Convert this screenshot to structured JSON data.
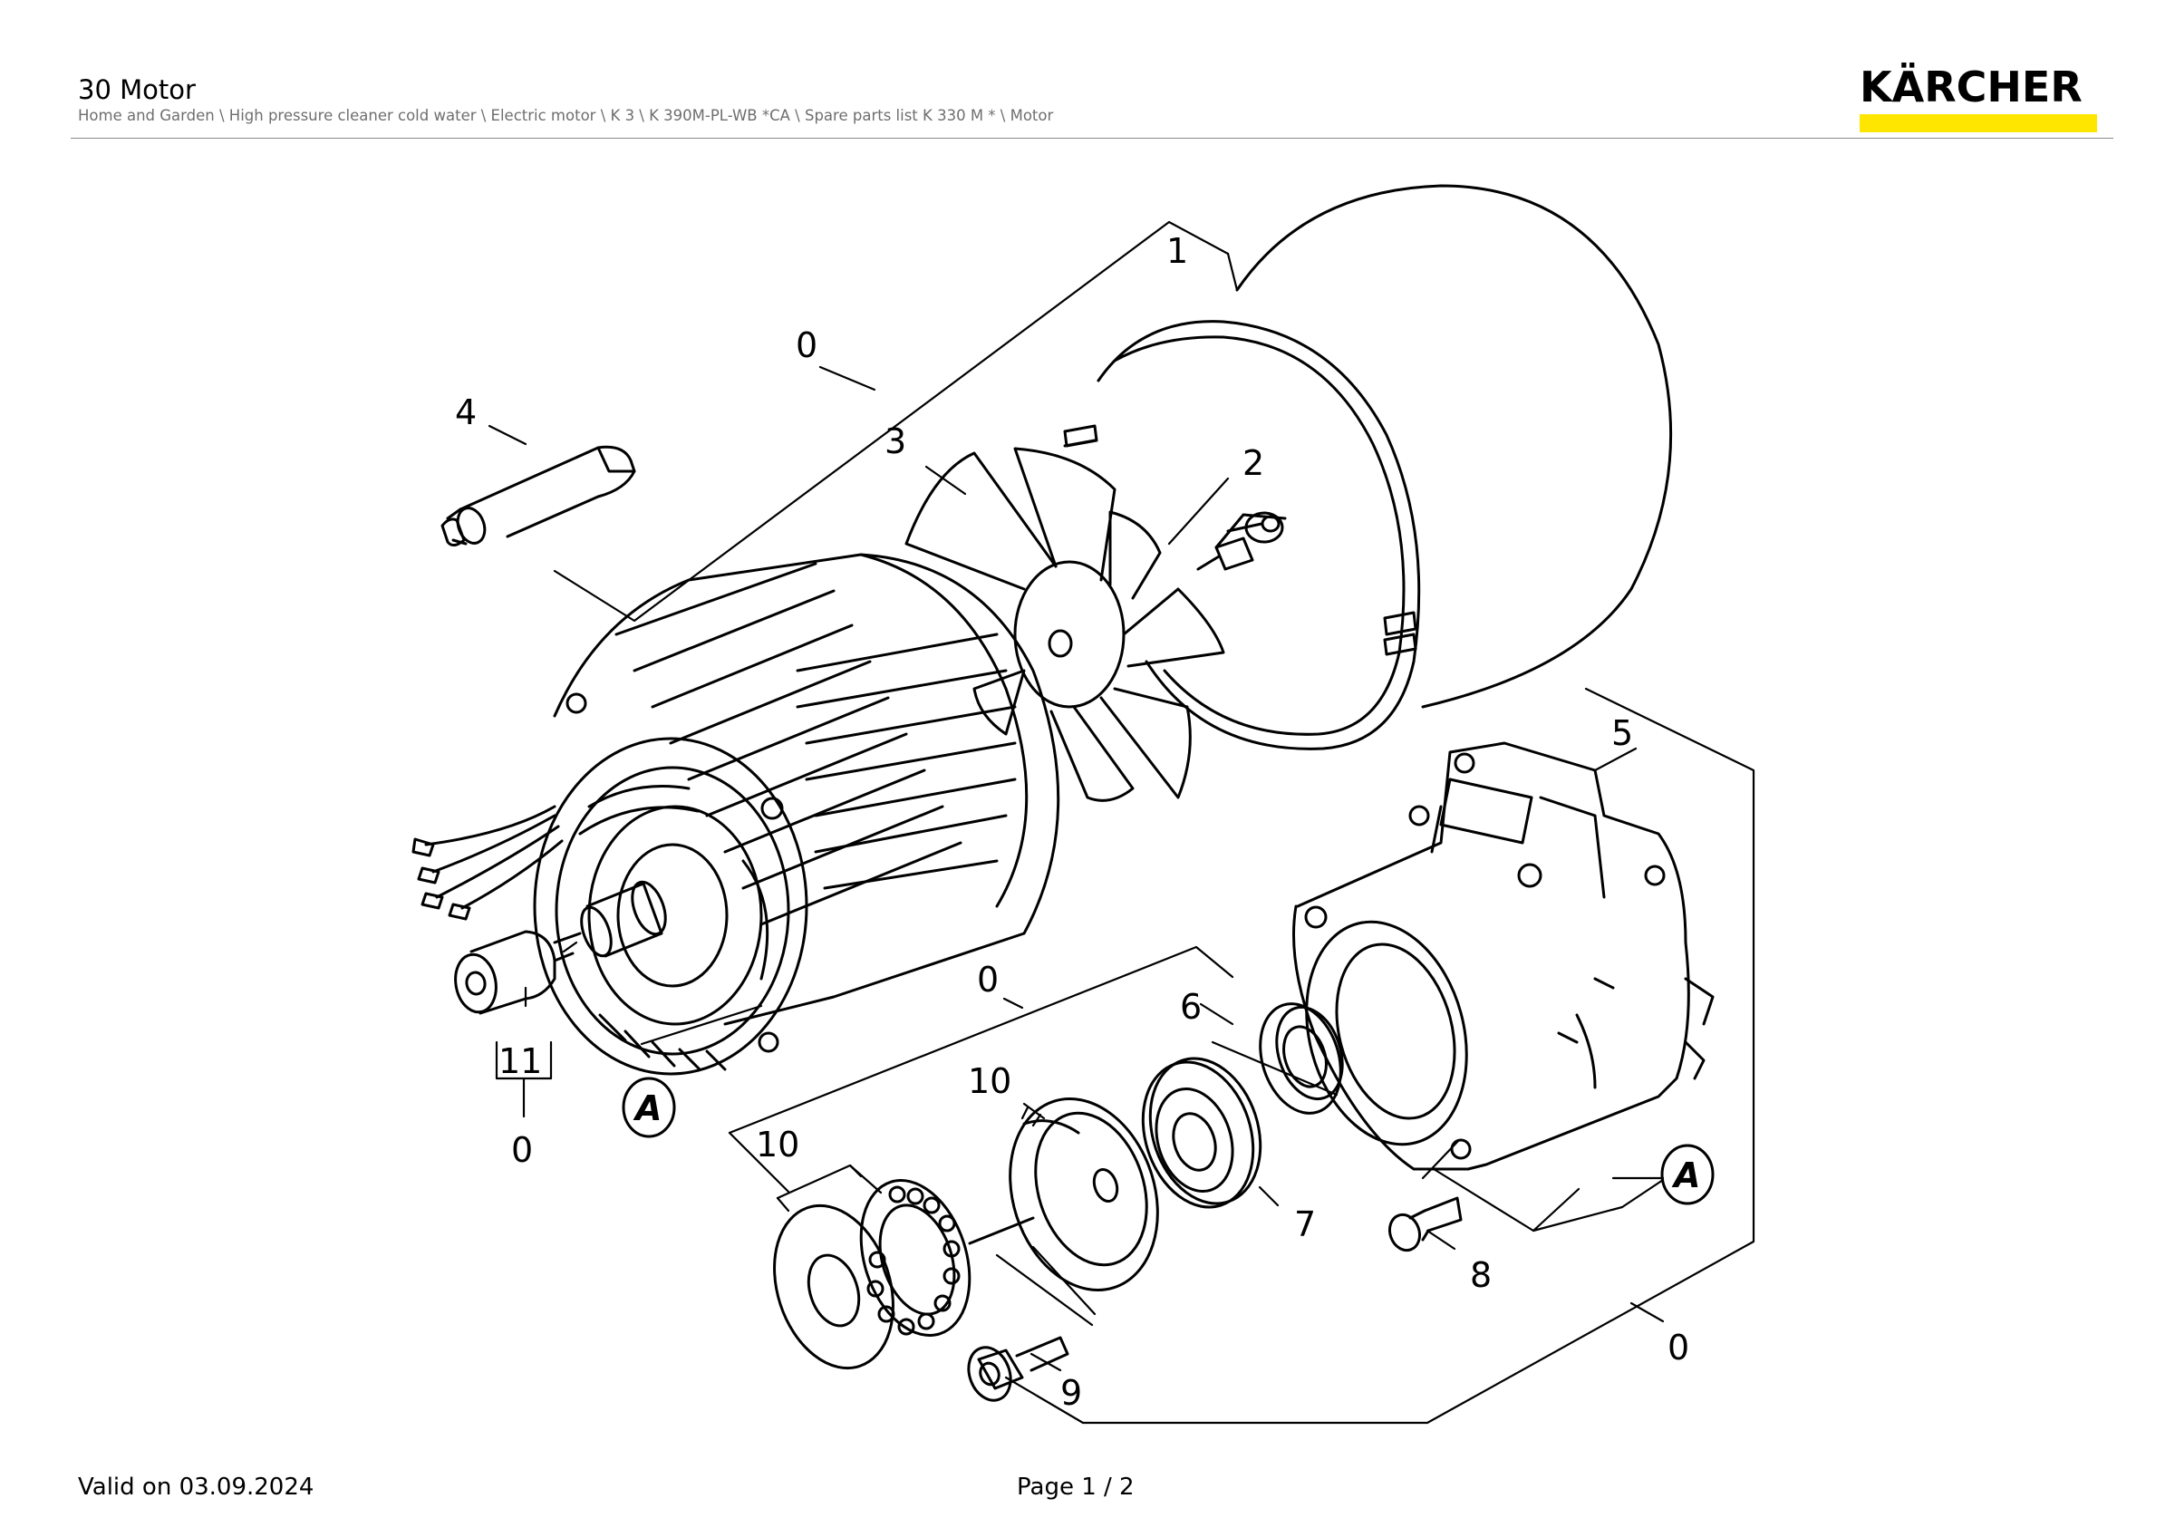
{
  "header": {
    "title": "30 Motor",
    "breadcrumb": "Home and Garden \\ High pressure cleaner cold water \\ Electric motor \\ K 3 \\ K 390M-PL-WB *CA \\ Spare parts list K 330 M * \\ Motor",
    "brand": "KÄRCHER",
    "brand_color": "#ffe600"
  },
  "callouts": {
    "c1": "1",
    "c2": "2",
    "c3": "3",
    "c4": "4",
    "c5": "5",
    "c6": "6",
    "c7": "7",
    "c8": "8",
    "c9": "9",
    "c10a": "10",
    "c10b": "10",
    "c11": "11",
    "c0a": "0",
    "c0b": "0",
    "c0c": "0",
    "c0d": "0",
    "markA1": "A",
    "markA2": "A"
  },
  "footer": {
    "valid": "Valid on 03.09.2024",
    "page": "Page 1 / 2"
  }
}
